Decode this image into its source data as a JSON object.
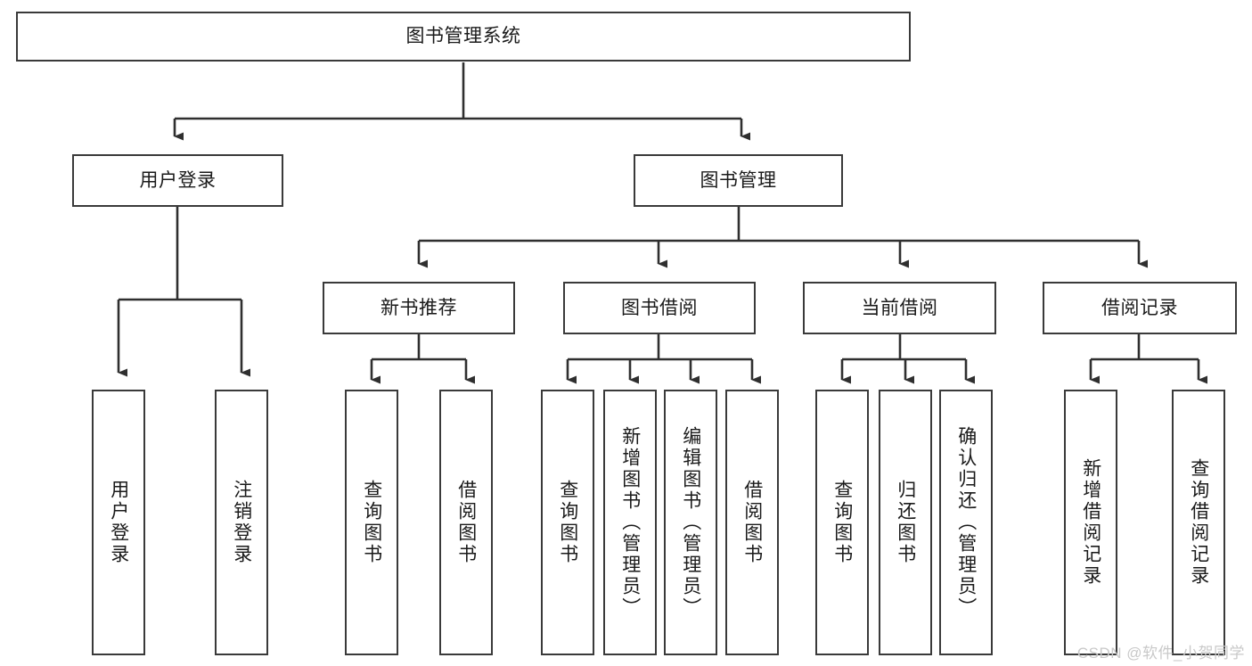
{
  "diagram": {
    "title": "图书管理系统",
    "type": "hierarchy-tree",
    "watermark": "CSDN @软件_小贺同学",
    "colors": {
      "box_border": "#3a3a3a",
      "box_fill": "#ffffff",
      "connector": "#2f2f2f",
      "text": "#1a1a1a",
      "watermark": "#c9c9c9",
      "background": "#ffffff"
    },
    "nodes": {
      "root": {
        "label": "图书管理系统"
      },
      "level2": [
        {
          "id": "user-login",
          "label": "用户登录"
        },
        {
          "id": "book-management",
          "label": "图书管理"
        }
      ],
      "level3": [
        {
          "id": "new-book-recommend",
          "label": "新书推荐"
        },
        {
          "id": "book-borrow",
          "label": "图书借阅"
        },
        {
          "id": "current-borrow",
          "label": "当前借阅"
        },
        {
          "id": "borrow-record",
          "label": "借阅记录"
        }
      ],
      "leaves": {
        "user_login": [
          {
            "id": "leaf-user-login",
            "label": "用户登录"
          },
          {
            "id": "leaf-logout",
            "label": "注销登录"
          }
        ],
        "new_book_recommend": [
          {
            "id": "leaf-query-book-1",
            "label": "查询图书"
          },
          {
            "id": "leaf-borrow-book-1",
            "label": "借阅图书"
          }
        ],
        "book_borrow": [
          {
            "id": "leaf-query-book-2",
            "label": "查询图书"
          },
          {
            "id": "leaf-add-book",
            "label": "新增图书（管理员）"
          },
          {
            "id": "leaf-edit-book",
            "label": "编辑图书（管理员）"
          },
          {
            "id": "leaf-borrow-book-2",
            "label": "借阅图书"
          }
        ],
        "current_borrow": [
          {
            "id": "leaf-query-book-3",
            "label": "查询图书"
          },
          {
            "id": "leaf-return-book",
            "label": "归还图书"
          },
          {
            "id": "leaf-confirm-return",
            "label": "确认归还（管理员）"
          }
        ],
        "borrow_record": [
          {
            "id": "leaf-add-record",
            "label": "新增借阅记录"
          },
          {
            "id": "leaf-query-record",
            "label": "查询借阅记录"
          }
        ]
      }
    }
  }
}
